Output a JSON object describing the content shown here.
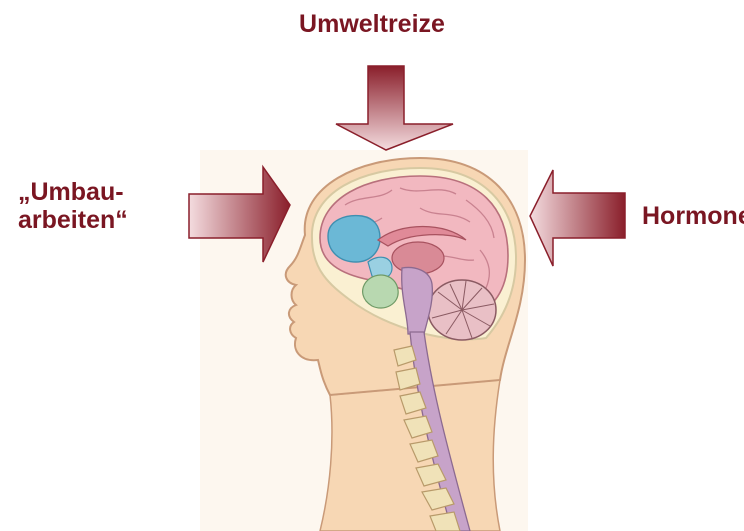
{
  "labels": {
    "top": "Umweltreize",
    "left_line1": "„Umbau-",
    "left_line2": "arbeiten“",
    "right": "Hormone"
  },
  "colors": {
    "arrow_dark": "#8a1f2b",
    "arrow_light": "#f4dcdf",
    "label": "#7a1622",
    "skin": "#f7d7b4",
    "brain": "#f2b8c0",
    "limbic_blue": "#6bb8d6",
    "brainstem": "#c7a3c9",
    "spine": "#f0e2b8"
  }
}
